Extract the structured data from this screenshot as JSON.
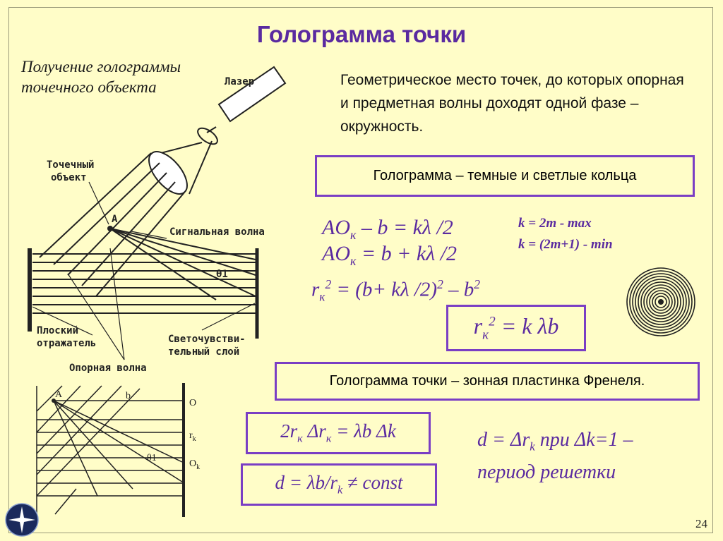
{
  "title": "Голограмма точки",
  "subtitle": "Получение голограммы точечного объекта",
  "description": "Геометрическое место точек, до которых опорная и предметная волны доходят  одной фазе – окружность.",
  "box_rings": "Голограмма – темные и светлые кольца",
  "box_fresnel": "Голограмма точки – зонная пластинка Френеля.",
  "formulas": {
    "f1_pre": "AO",
    "f1_sub": "к",
    "f1_post": " – b = kλ /2",
    "f2_pre": "AO",
    "f2_sub": "к",
    "f2_post": " = b + kλ /2",
    "f3_pre": "r",
    "f3_sub": "к",
    "f3_sup": "2",
    "f3_post": " = (b+ kλ /2)",
    "f3_sup2": "2",
    "f3_end": " – b",
    "f3_sup3": "2",
    "f4_pre": "r",
    "f4_sub": "к",
    "f4_sup": "2",
    "f4_post": " = k λb",
    "max_cond": "k = 2m  - max",
    "min_cond": "k = (2m+1)  - min",
    "f5_a": "2r",
    "f5_sub1": "к",
    "f5_b": " Δr",
    "f5_sub2": "к",
    "f5_c": " = λb Δk",
    "f6_a": "d = λb/r",
    "f6_sub": "k",
    "f6_b": " ≠ const",
    "f7_a": "d = Δr",
    "f7_sub": "k",
    "f7_b": "  при Δk=1 –",
    "f7_line2": "период решетки"
  },
  "diagram_labels": {
    "laser": "Лазер",
    "point_object": [
      "Точечный",
      "объект"
    ],
    "signal_wave": "Сигнальная волна",
    "flat_reflector": [
      "Плоский",
      "отражатель"
    ],
    "photosensitive": [
      "Светочувстви-",
      "тельный слой"
    ],
    "reference_wave": "Опорная волна",
    "point_a": "A",
    "theta1": "θ1"
  },
  "small_diagram_labels": {
    "a": "A",
    "b": "b",
    "o": "O",
    "rk": "r",
    "rk_sub": "k",
    "ok": "O",
    "ok_sub": "k",
    "theta1": "θ1"
  },
  "page_number": "24",
  "colors": {
    "accent": "#7a3ec4",
    "title": "#5a2aa0",
    "background": "#fffdc8"
  },
  "icons": {
    "logo": "star-globe-logo-icon",
    "zone_plate": "zone-plate-rings-icon"
  }
}
